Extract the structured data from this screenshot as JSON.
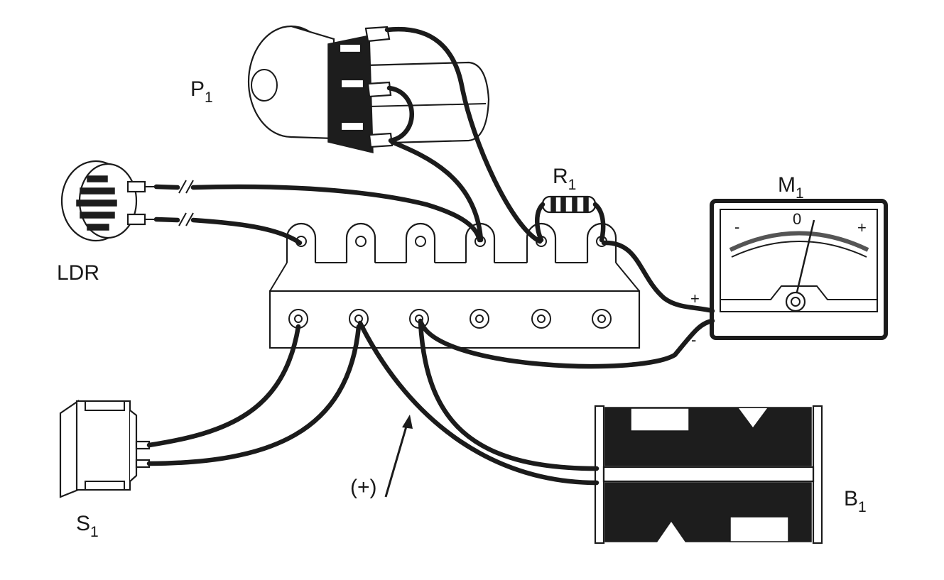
{
  "labels": {
    "p1": {
      "main": "P",
      "sub": "1"
    },
    "r1": {
      "main": "R",
      "sub": "1"
    },
    "m1": {
      "main": "M",
      "sub": "1"
    },
    "ldr": "LDR",
    "s1": {
      "main": "S",
      "sub": "1"
    },
    "b1": {
      "main": "B",
      "sub": "1"
    },
    "plus_marker": "(+)"
  },
  "meter": {
    "scale_minus": "-",
    "scale_zero": "0",
    "scale_plus": "+",
    "terminal_plus": "+",
    "terminal_minus": "-"
  },
  "colors": {
    "ink": "#1b1b1b",
    "paper": "#ffffff"
  }
}
